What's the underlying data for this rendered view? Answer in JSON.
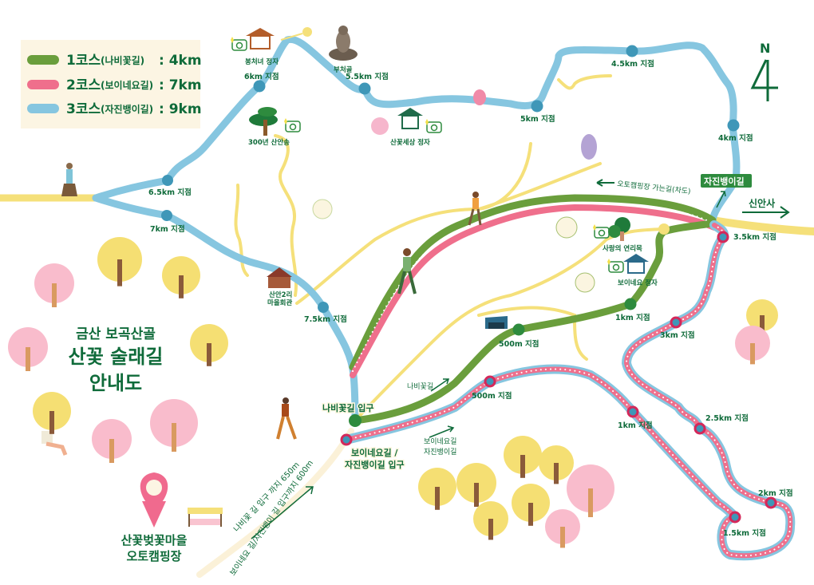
{
  "legend": {
    "items": [
      {
        "course": "1코스",
        "name": "(나비꽃길)",
        "length": ": 4km",
        "color": "#6a9e3c"
      },
      {
        "course": "2코스",
        "name": "(보이네요길)",
        "length": ": 7km",
        "color": "#ef6f8c"
      },
      {
        "course": "3코스",
        "name": "(자진뱅이길)",
        "length": ": 9km",
        "color": "#86c6e0"
      }
    ]
  },
  "title": {
    "line1": "금산 보곡산골",
    "line2": "산꽃 술래길",
    "line3": "안내도"
  },
  "compass": {
    "letter": "N"
  },
  "checkpoints": {
    "c3_6_5": "6.5km 지점",
    "c3_7": "7km 지점",
    "c3_6": "6km 지점",
    "c3_5_5": "5.5km 지점",
    "c3_5": "5km 지점",
    "c3_4_5": "4.5km 지점",
    "c3_4": "4km 지점",
    "c3_7_5": "7.5km 지점",
    "c1_500": "500m 지점",
    "c1_1": "1km 지점",
    "c2_500": "500m 지점",
    "c2_1": "1km 지점",
    "c2_1_5": "1.5km 지점",
    "c2_2": "2km 지점",
    "c2_2_5": "2.5km 지점",
    "c2_3": "3km 지점",
    "c2_3_5": "3.5km 지점"
  },
  "landmarks": {
    "bongcheonyeo": "봉처녀 정자",
    "bucheogol": "부처골",
    "pine": "300년 산안송",
    "sankkot_pavilion": "산꽃세상 정자",
    "village_hall_1": "산안2리",
    "village_hall_2": "마을회관",
    "yeonrimok": "사랑의 연리목",
    "boine_pavilion": "보이네요 정자"
  },
  "entrances": {
    "nabi": "나비꽃길 입구",
    "boine_1": "보이네요길 /",
    "boine_2": "자진뱅이길 입구",
    "jajin": "자진뱅이길"
  },
  "directions": {
    "camping_road": "오토캠핑장 가는길(차도)",
    "sinansa": "신안사",
    "nabi_arrow": "나비꽃길",
    "boine_arrow_1": "보이네요길",
    "boine_arrow_2": "자진뱅이길",
    "to_nabi": "나비꽃 길 입구 까지 650m",
    "to_boine": "보이네요 길/자진뱅이 길 입구까지 600m"
  },
  "campsite": {
    "line1": "산꽃벚꽃마을",
    "line2": "오토캠핑장"
  },
  "colors": {
    "text": "#0f6b3a",
    "road": "#f5e07a",
    "blue_dot": "#3f97b8",
    "green_dot": "#2e8b3e",
    "pink_ring": "#d4285a"
  }
}
